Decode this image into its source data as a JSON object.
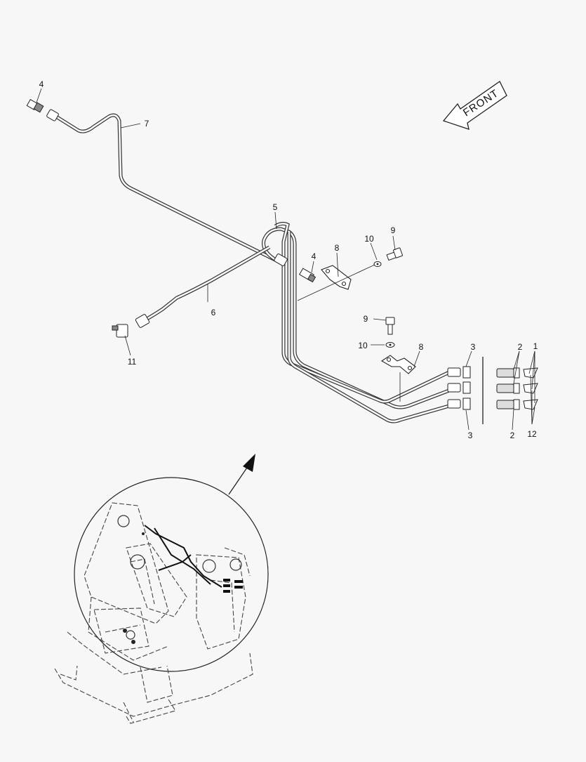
{
  "diagram": {
    "callouts": {
      "c1": "1",
      "c2a": "2",
      "c2b": "2",
      "c3a": "3",
      "c3b": "3",
      "c4a": "4",
      "c4b": "4",
      "c5": "5",
      "c6": "6",
      "c7": "7",
      "c8a": "8",
      "c8b": "8",
      "c9a": "9",
      "c9b": "9",
      "c10a": "10",
      "c10b": "10",
      "c11": "11",
      "c12": "12"
    },
    "front_arrow_label": "FRONT"
  }
}
